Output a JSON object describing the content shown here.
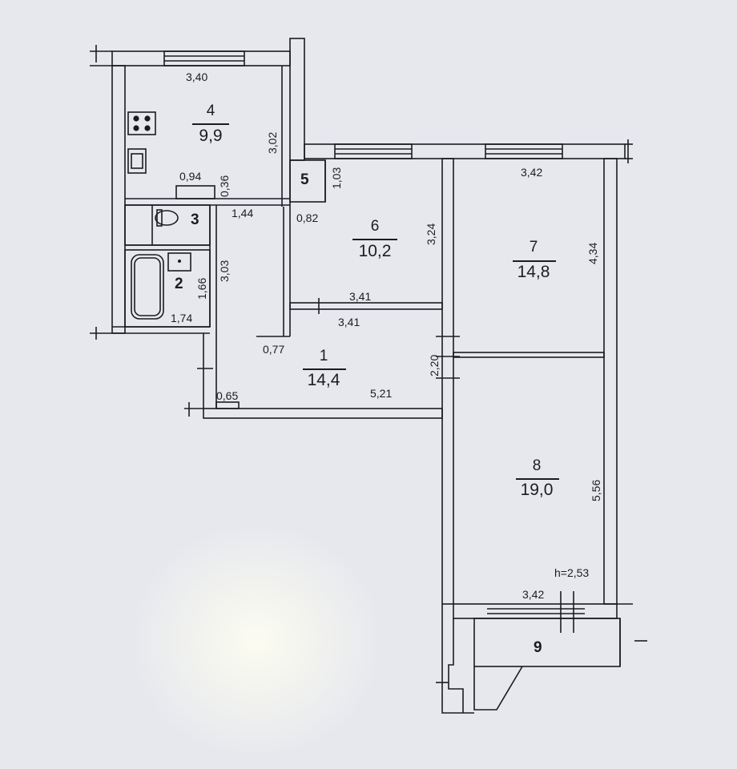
{
  "rooms": [
    {
      "id": "room-4",
      "number": "4",
      "area": "9,9"
    },
    {
      "id": "room-6",
      "number": "6",
      "area": "10,2"
    },
    {
      "id": "room-7",
      "number": "7",
      "area": "14,8"
    },
    {
      "id": "room-1",
      "number": "1",
      "area": "14,4"
    },
    {
      "id": "room-8",
      "number": "8",
      "area": "19,0"
    },
    {
      "id": "room-5",
      "number": "5"
    },
    {
      "id": "room-3",
      "number": "3"
    },
    {
      "id": "room-2",
      "number": "2"
    },
    {
      "id": "room-9",
      "number": "9"
    }
  ],
  "dimensions": {
    "kitchen_width": "3,40",
    "kitchen_depth": "3,02",
    "niche_width": "0,94",
    "niche_depth": "0,36",
    "closet_depth": "1,03",
    "closet_width": "0,82",
    "wc_width": "1,44",
    "bath_depth": "3,03",
    "bath_inner": "1,66",
    "bath_width": "1,74",
    "room6_depth": "3,24",
    "room6_width_a": "3,41",
    "room6_width_b": "3,41",
    "room7_width": "3,42",
    "room7_depth": "4,34",
    "hall_jog": "0,77",
    "hall_door": "2,20",
    "hall_step": "0,65",
    "hall_length": "5,21",
    "room8_depth": "5,56",
    "room8_width": "3,42",
    "ceiling_height": "h=2,53"
  },
  "colors": {
    "paper": "#e6e8ee",
    "ink": "#1b1c20"
  }
}
